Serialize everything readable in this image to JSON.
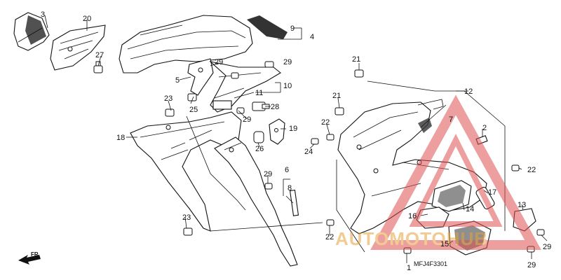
{
  "diagram": {
    "parts": [
      "1",
      "2",
      "3",
      "4",
      "5",
      "6",
      "7",
      "8",
      "9",
      "10",
      "11",
      "12",
      "13",
      "14",
      "15",
      "16",
      "17",
      "18",
      "19",
      "20",
      "21",
      "21",
      "22",
      "22",
      "22",
      "23",
      "23",
      "24",
      "25",
      "26",
      "27",
      "28",
      "29",
      "29",
      "29",
      "29",
      "29",
      "29"
    ],
    "code": "MFJ4F3301",
    "direction_label": "FR."
  },
  "watermark": {
    "text": "AUTOMOTOHUB",
    "color_main": "#e8a23a",
    "color_accent": "#e05050"
  }
}
